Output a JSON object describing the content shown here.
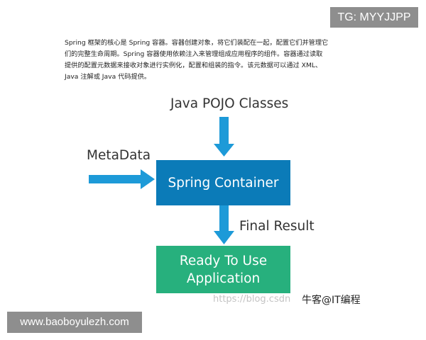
{
  "badges": {
    "telegram": "TG: MYYJJPP",
    "website": "www.baoboyulezh.com"
  },
  "intro": {
    "lines": [
      "Spring 框架的核心是 Spring 容器。容器创建对象，将它们装配在一起，配置它们并管理它",
      "们的完整生命周期。Spring 容器使用依赖注入来管理组成应用程序的组件。容器通过读取",
      "提供的配置元数据来接收对象进行实例化，配置和组装的指令。该元数据可以通过 XML、",
      "Java 注解或 Java 代码提供。"
    ]
  },
  "diagram": {
    "top_label": "Java POJO Classes",
    "left_label": "MetaData",
    "container_label": "Spring Container",
    "result_label": "Final Result",
    "app_label_line1": "Ready To Use",
    "app_label_line2": "Application"
  },
  "watermark": {
    "url_text": "https://blog.csdn",
    "brand_text": "牛客@IT编程"
  },
  "colors": {
    "arrow": "#1d9ad8",
    "container": "#0b7bb8",
    "application": "#27b07d",
    "badge_bg": "#8e8e8e"
  }
}
